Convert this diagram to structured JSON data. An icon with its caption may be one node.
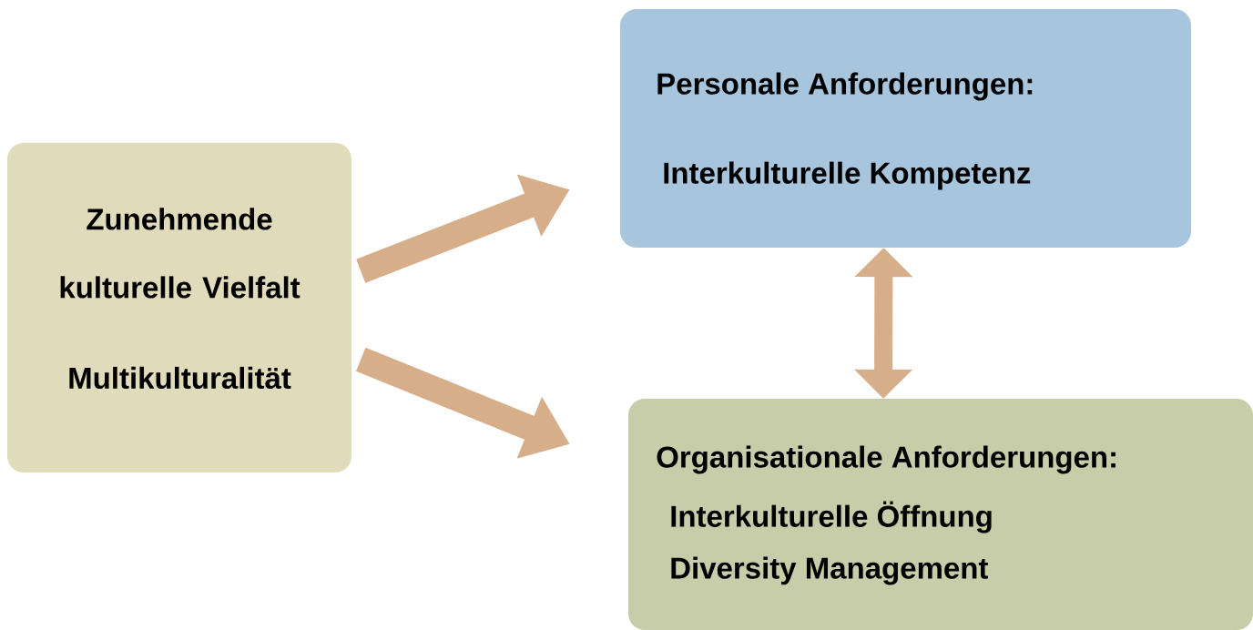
{
  "diagram": {
    "nodes": [
      {
        "text": [
          "Zunehmende kulturelle Vielfalt",
          "Multikulturalität"
        ]
      },
      {
        "text": [
          "Personale Anforderungen:",
          "Interkulturelle Kompetenz"
        ]
      },
      {
        "text": [
          "Organisationale Anforderungen:",
          "Interkulturelle Öffnung",
          "Diversity Management"
        ]
      }
    ],
    "edges": [
      {
        "from": 0,
        "to": 1,
        "arrow": "to"
      },
      {
        "from": 0,
        "to": 2,
        "arrow": "to"
      },
      {
        "from": 1,
        "to": 2,
        "arrow": "both"
      }
    ]
  }
}
